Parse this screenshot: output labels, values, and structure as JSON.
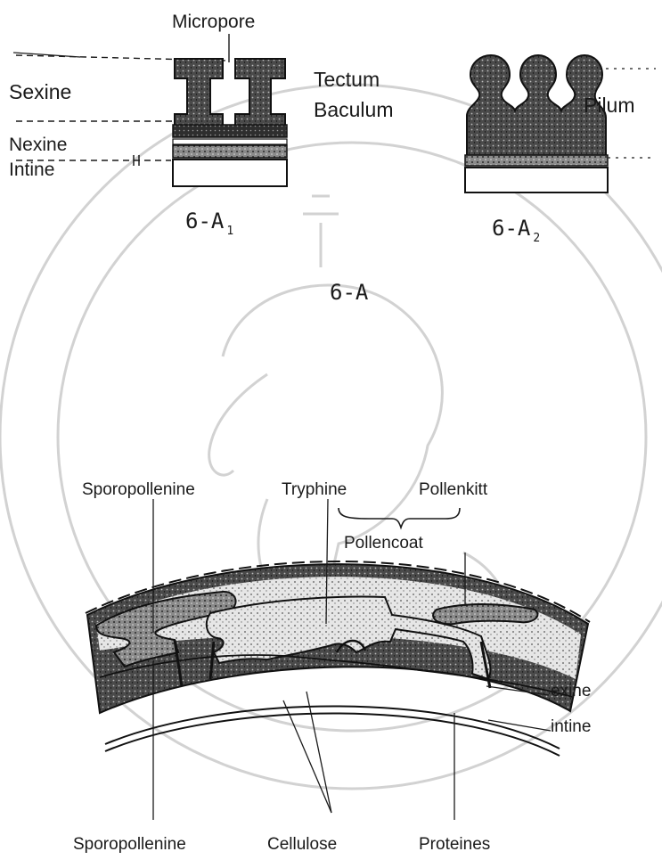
{
  "watermark": {
    "institution_seal": "elephant-crest-seal",
    "color": "#d4d4d4"
  },
  "fig_a": {
    "title": "6-A",
    "panel_1": {
      "label_main": "6-A",
      "label_sub": "1",
      "labels": {
        "micropore": "Micropore",
        "sexine": "Sexine",
        "nexine": "Nexine",
        "intine": "Intine",
        "tectum": "Tectum",
        "baculum": "Baculum"
      }
    },
    "panel_2": {
      "label_main": "6-A",
      "label_sub": "2",
      "labels": {
        "pilum": "Pilum"
      }
    }
  },
  "fig_b": {
    "labels": {
      "sporopollenine_top": "Sporopollenine",
      "tryphine": "Tryphine",
      "pollenkitt": "Pollenkitt",
      "pollencoat": "Pollencoat",
      "exine": "exine",
      "intine": "intine",
      "sporopollenine_bottom": "Sporopollenine",
      "cellulose": "Cellulose",
      "proteines": "Proteines"
    }
  },
  "colors": {
    "ink": "#1a1a1a",
    "stipple_dark": "#3a3a3a",
    "stipple_light": "#9a9a9a"
  }
}
